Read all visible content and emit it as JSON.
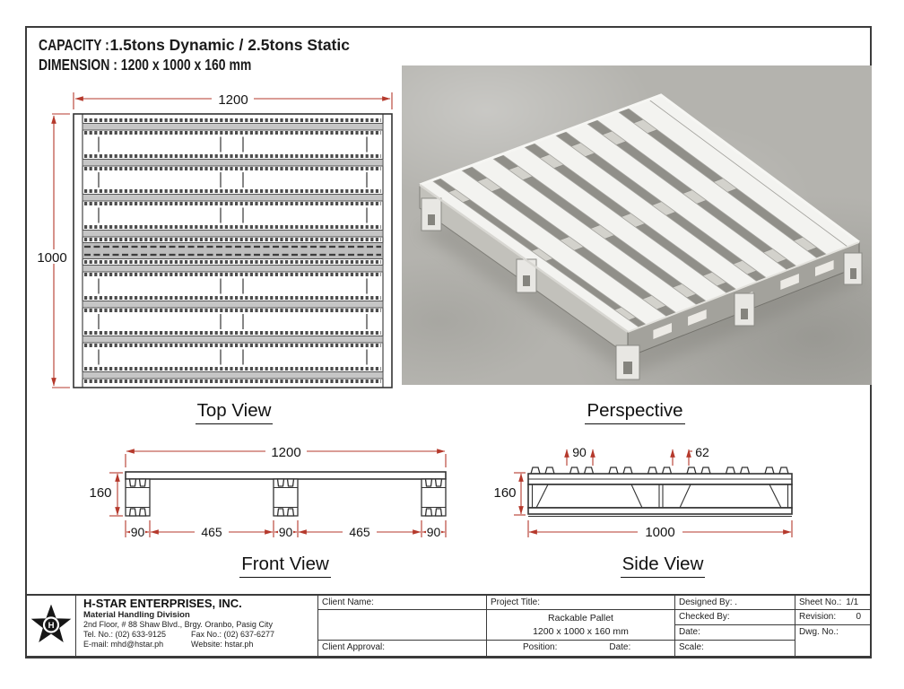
{
  "header": {
    "capacity_label": "CAPACITY :",
    "capacity_value": "1.5tons Dynamic / 2.5tons Static",
    "dimension_label": "DIMENSION :",
    "dimension_value": "1200 x 1000 x 160 mm"
  },
  "views": {
    "top": {
      "label": "Top View",
      "dim_width": "1200",
      "dim_height": "1000"
    },
    "perspective": {
      "label": "Perspective"
    },
    "front": {
      "label": "Front View",
      "dim_total": "1200",
      "dim_height": "160",
      "dims_bottom": [
        "90",
        "465",
        "90",
        "465",
        "90"
      ]
    },
    "side": {
      "label": "Side View",
      "dim_pitch": "90",
      "dim_gap": "62",
      "dim_height": "160",
      "dim_total": "1000"
    }
  },
  "title_block": {
    "company": {
      "name": "H-STAR ENTERPRISES, INC.",
      "division": "Material Handling Division",
      "address": "2nd Floor, # 88 Shaw Blvd., Brgy. Oranbo, Pasig City",
      "tel": "Tel. No.: (02) 633-9125",
      "fax": "Fax No.: (02) 637-6277",
      "email": "E-mail: mhd@hstar.ph",
      "website": "Website: hstar.ph",
      "logo_letter": "H"
    },
    "client_name_label": "Client Name:",
    "client_approval_label": "Client Approval:",
    "project_title_label": "Project Title:",
    "project_title_line1": "Rackable Pallet",
    "project_title_line2": "1200 x 1000 x 160 mm",
    "position_label": "Position:",
    "position_date_label": "Date:",
    "designed_by_label": "Designed By: .",
    "checked_by_label": "Checked By:",
    "date_label": "Date:",
    "scale_label": "Scale:",
    "sheet_no_label": "Sheet No.:",
    "sheet_no_value": "1/1",
    "revision_label": "Revision:",
    "revision_value": "0",
    "dwg_no_label": "Dwg. No.:"
  },
  "colors": {
    "dimension_line": "#b5392c",
    "drawing_line": "#333333",
    "render_background": "#b4b3ae",
    "metal_light": "#f3f3f0"
  }
}
